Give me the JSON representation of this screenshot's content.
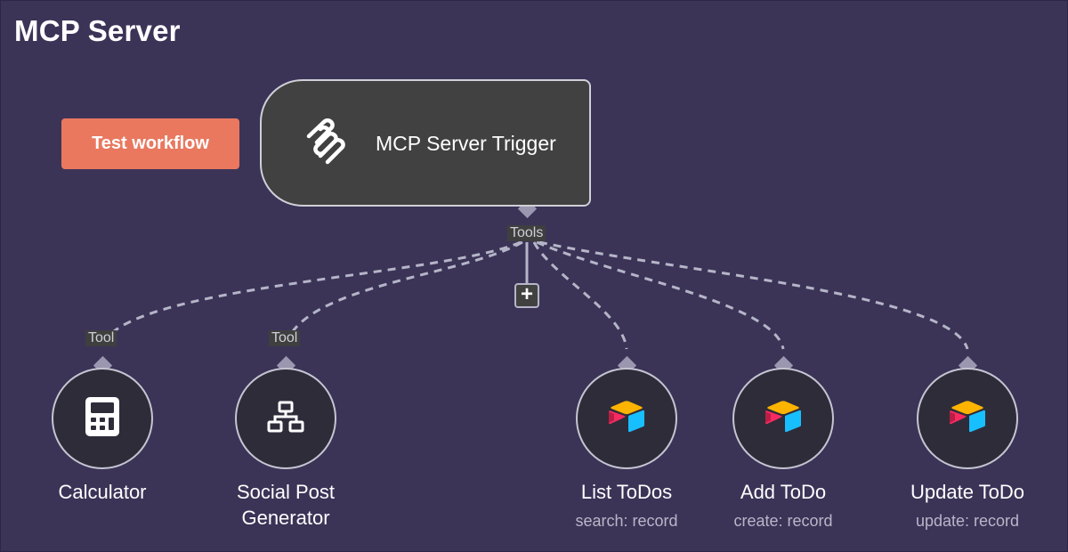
{
  "page": {
    "title": "MCP Server"
  },
  "toolbar": {
    "test_label": "Test workflow"
  },
  "trigger": {
    "label": "MCP Server Trigger",
    "icon": "mcp-icon",
    "port_label": "Tools"
  },
  "colors": {
    "background": "#3b3457",
    "button": "#e9785f",
    "trigger_bg": "#414141",
    "wire": "#b5b5c8",
    "airtable_yellow": "#fcb400",
    "airtable_blue": "#18bfff",
    "airtable_red": "#f82b60"
  },
  "tools": [
    {
      "name": "Calculator",
      "subtitle": "",
      "icon": "calculator-icon",
      "port_label": "Tool"
    },
    {
      "name": "Social Post Generator",
      "subtitle": "",
      "icon": "sitemap-icon",
      "port_label": "Tool"
    },
    {
      "name": "List ToDos",
      "subtitle": "search: record",
      "icon": "airtable-icon",
      "port_label": ""
    },
    {
      "name": "Add ToDo",
      "subtitle": "create: record",
      "icon": "airtable-icon",
      "port_label": ""
    },
    {
      "name": "Update ToDo",
      "subtitle": "update: record",
      "icon": "airtable-icon",
      "port_label": ""
    }
  ]
}
